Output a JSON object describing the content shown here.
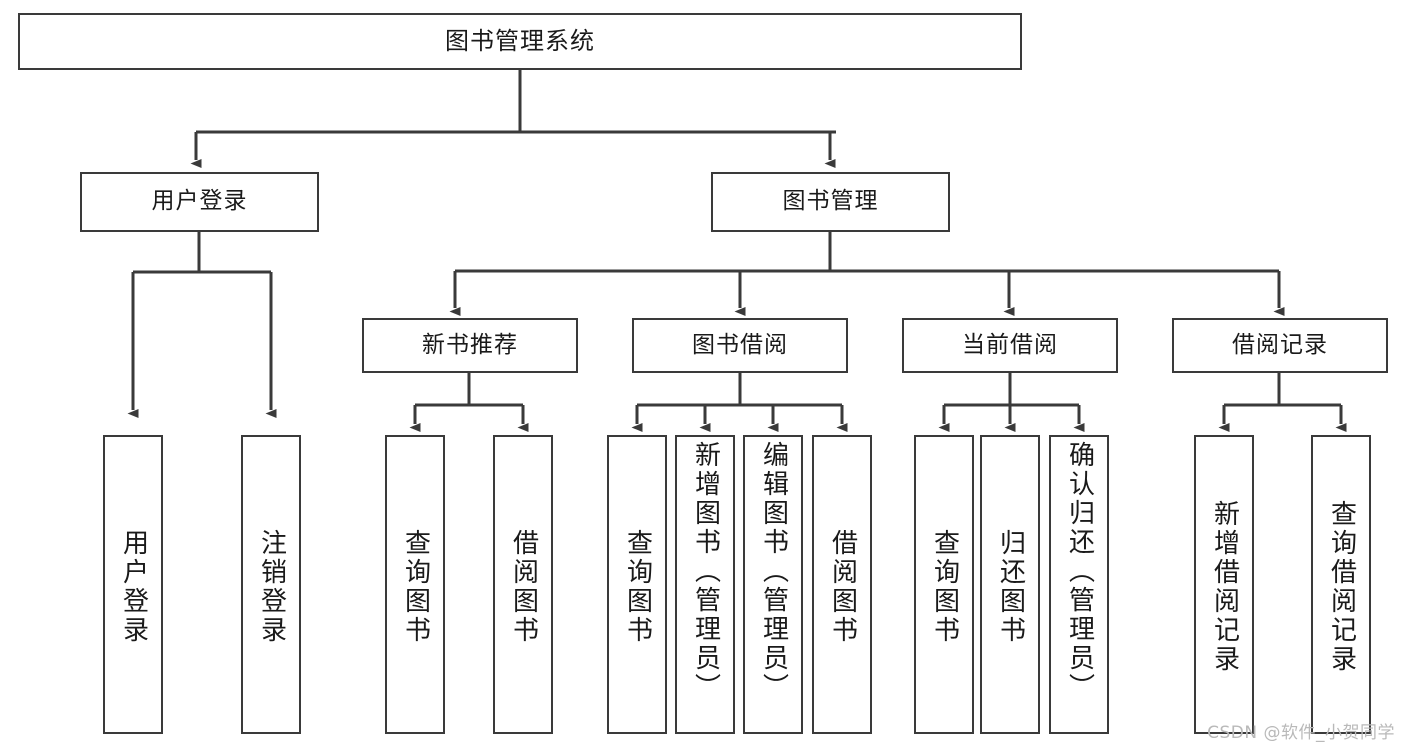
{
  "diagram": {
    "title": "图书管理系统",
    "type": "tree-hierarchy-chart",
    "orientation": "top-down",
    "colors": {
      "box_border": "#3a3a3a",
      "box_fill": "#ffffff",
      "edge": "#3a3a3a",
      "text": "#1a1a1a",
      "watermark": "#b9b9b9",
      "background": "#ffffff"
    },
    "watermark": "CSDN @软件_小贺同学",
    "levels": {
      "level0": [
        "图书管理系统"
      ],
      "level1": [
        "用户登录",
        "图书管理"
      ],
      "level2": [
        "新书推荐",
        "图书借阅",
        "当前借阅",
        "借阅记录"
      ],
      "level3": [
        "用户登录",
        "注销登录",
        "查询图书",
        "借阅图书",
        "查询图书",
        "新增图书（管理员）",
        "编辑图书（管理员）",
        "借阅图书",
        "查询图书",
        "归还图书",
        "确认归还（管理员）",
        "新增借阅记录",
        "查询借阅记录"
      ]
    },
    "nodes": {
      "root": {
        "label": "图书管理系统"
      },
      "user_login": {
        "label": "用户登录"
      },
      "book_manage": {
        "label": "图书管理"
      },
      "new_book_rec": {
        "label": "新书推荐"
      },
      "book_borrow": {
        "label": "图书借阅"
      },
      "current_borrow": {
        "label": "当前借阅"
      },
      "borrow_record": {
        "label": "借阅记录"
      },
      "leaf_user_login": {
        "label": "用户登录"
      },
      "leaf_logout": {
        "label": "注销登录"
      },
      "leaf_query_book_a": {
        "label": "查询图书"
      },
      "leaf_borrow_book_a": {
        "label": "借阅图书"
      },
      "leaf_query_book_b": {
        "label": "查询图书"
      },
      "leaf_add_book": {
        "label": "新增图书（管理员）"
      },
      "leaf_edit_book": {
        "label": "编辑图书（管理员）"
      },
      "leaf_borrow_book_b": {
        "label": "借阅图书"
      },
      "leaf_query_book_c": {
        "label": "查询图书"
      },
      "leaf_return_book": {
        "label": "归还图书"
      },
      "leaf_confirm_return": {
        "label": "确认归还（管理员）"
      },
      "leaf_add_record": {
        "label": "新增借阅记录"
      },
      "leaf_query_record": {
        "label": "查询借阅记录"
      }
    }
  }
}
